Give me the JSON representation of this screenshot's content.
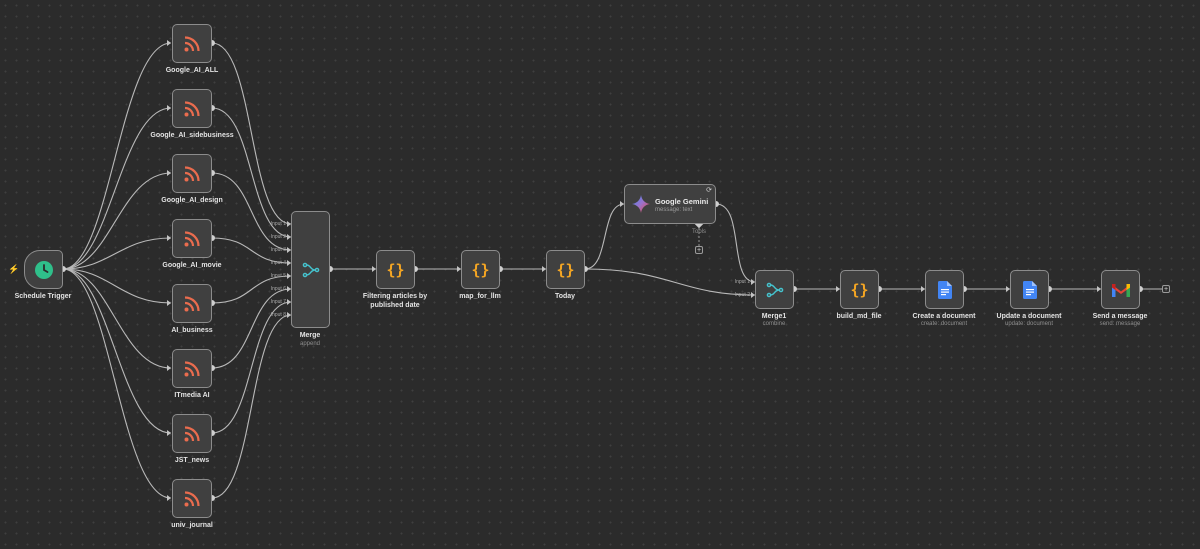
{
  "colors": {
    "rss": "#ea6c4e",
    "trigger": "#2fbf8a",
    "code": "#f5a623",
    "merge": "#45c4cf",
    "docs": "#4285f4"
  },
  "nodes": {
    "schedule_trigger": {
      "label": "Schedule Trigger",
      "icon": "clock-icon"
    },
    "rss_feeds": [
      {
        "label": "Google_AI_ALL",
        "icon": "rss-icon"
      },
      {
        "label": "Google_AI_sidebusiness",
        "icon": "rss-icon"
      },
      {
        "label": "Google_AI_design",
        "icon": "rss-icon"
      },
      {
        "label": "Google_AI_movie",
        "icon": "rss-icon"
      },
      {
        "label": "AI_business",
        "icon": "rss-icon"
      },
      {
        "label": "ITmedia AI",
        "icon": "rss-icon"
      },
      {
        "label": "JST_news",
        "icon": "rss-icon"
      },
      {
        "label": "univ_journal",
        "icon": "rss-icon"
      }
    ],
    "merge": {
      "label": "Merge",
      "sub": "append",
      "inputs": [
        "Input 1",
        "Input 2",
        "Input 3",
        "Input 4",
        "Input 5",
        "Input 6",
        "Input 7",
        "Input 8"
      ]
    },
    "filter": {
      "label": "Filtering articles by",
      "label2": "published date"
    },
    "map_for_llm": {
      "label": "map_for_llm"
    },
    "today": {
      "label": "Today"
    },
    "gemini": {
      "label": "Google Gemini",
      "sub": "message: text",
      "tools_label": "Tools"
    },
    "merge1": {
      "label": "Merge1",
      "sub": "combine",
      "inputs": [
        "Input 1",
        "Input 2"
      ]
    },
    "build_md_file": {
      "label": "build_md_file"
    },
    "create_doc": {
      "label": "Create a document",
      "sub": "create: document"
    },
    "update_doc": {
      "label": "Update a document",
      "sub": "update: document"
    },
    "send_message": {
      "label": "Send a message",
      "sub": "send: message"
    }
  }
}
